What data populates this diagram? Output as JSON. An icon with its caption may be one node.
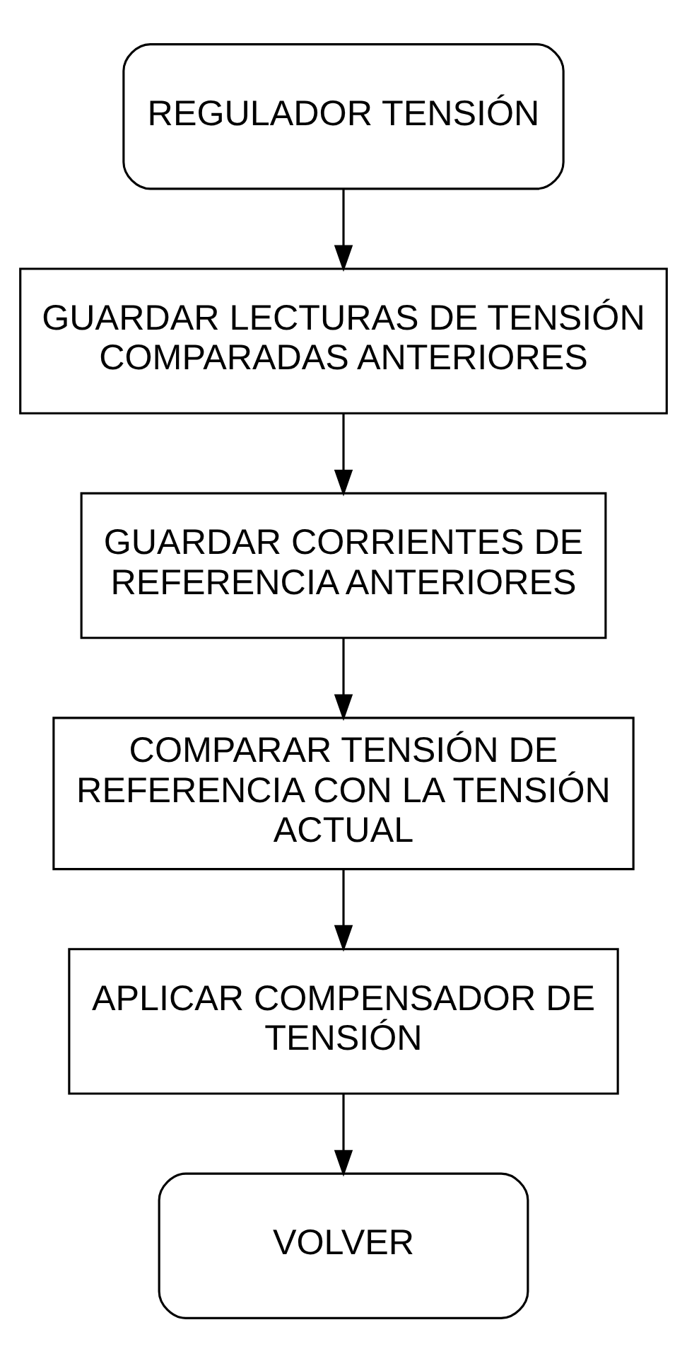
{
  "diagram": {
    "nodes": [
      {
        "text": [
          "REGULADOR TENSIÓN"
        ]
      },
      {
        "text": [
          "GUARDAR LECTURAS DE TENSIÓN COMPARADAS ANTERIORES"
        ]
      },
      {
        "text": [
          "GUARDAR CORRIENTES DE REFERENCIA ANTERIORES"
        ]
      },
      {
        "text": [
          "COMPARAR TENSIÓN DE REFERENCIA CON LA TENSIÓN ACTUAL"
        ]
      },
      {
        "text": [
          "APLICAR COMPENSADOR DE TENSIÓN"
        ]
      },
      {
        "text": [
          "VOLVER"
        ]
      }
    ],
    "edges": [
      {
        "from": 0,
        "to": 1,
        "arrow": "to"
      },
      {
        "from": 1,
        "to": 2,
        "arrow": "to"
      },
      {
        "from": 2,
        "to": 3,
        "arrow": "to"
      },
      {
        "from": 3,
        "to": 4,
        "arrow": "to"
      },
      {
        "from": 4,
        "to": 5,
        "arrow": "to"
      }
    ]
  }
}
